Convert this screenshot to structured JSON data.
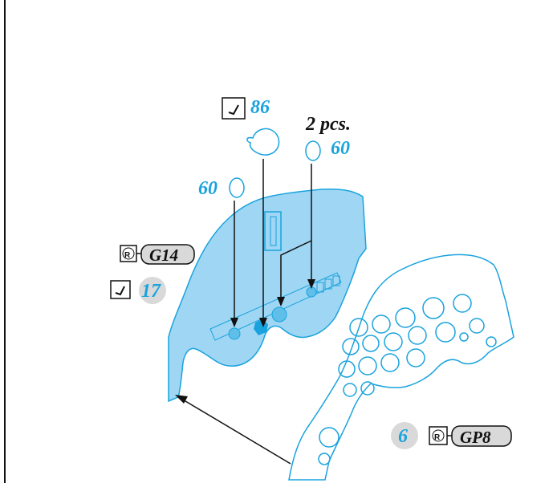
{
  "colors": {
    "accent": "#19a3de",
    "panel_fill": "#9fd6f3",
    "badge_fill": "#d9d9d9",
    "ink": "#111111"
  },
  "callouts": {
    "decal_main": "86",
    "part_single": "60",
    "part_pair": "60",
    "pair_qty": "2 pcs.",
    "step_ref": "17",
    "step_ref_final": "6",
    "resin_code_panel": "G14",
    "resin_code_overlay": "GP8"
  },
  "icons": {
    "decal_icon": "decal-check-icon",
    "resin_icon": "resin-r-icon"
  }
}
